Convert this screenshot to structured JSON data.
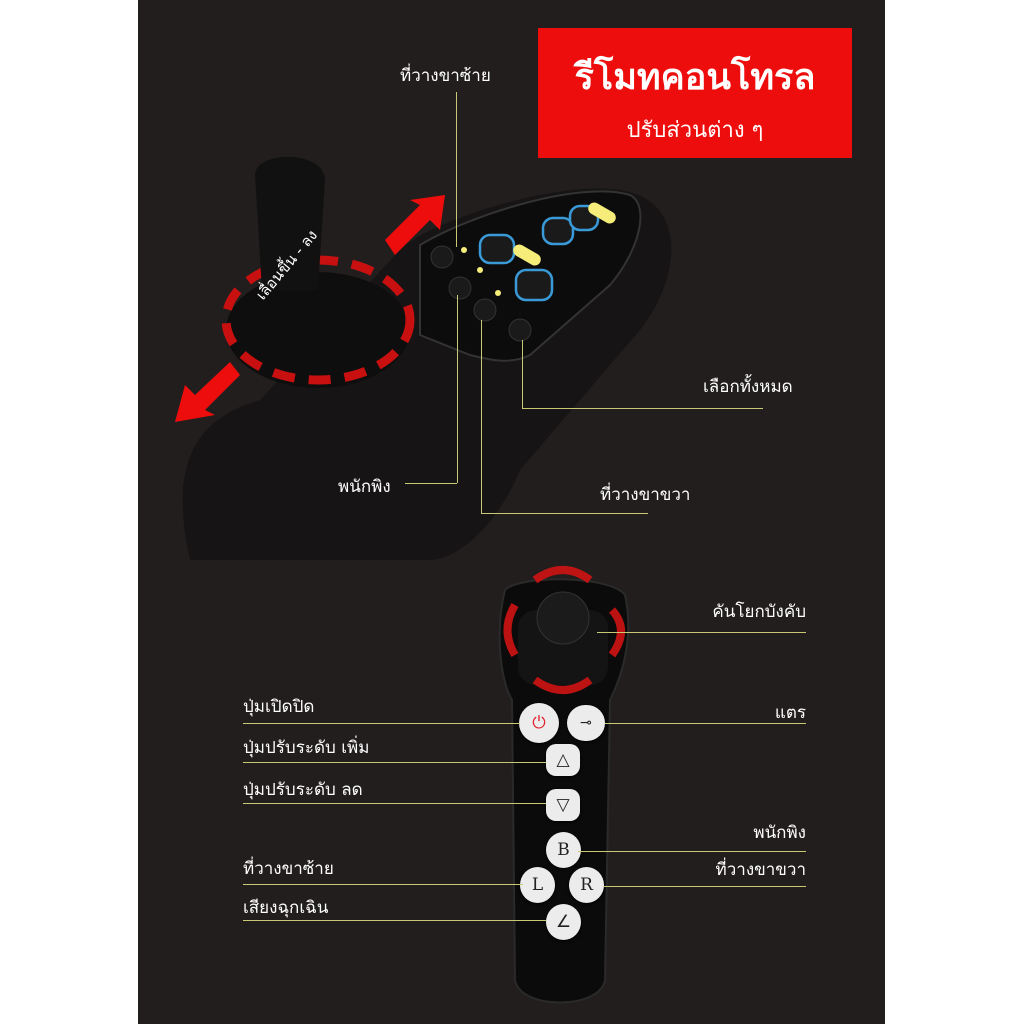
{
  "header": {
    "title": "รีโมทคอนโทรล",
    "subtitle": "ปรับส่วนต่าง ๆ",
    "accent_color": "#ee0d0d"
  },
  "joystick_panel": {
    "joystick_label": "เลื่อนขึ้น - ลง",
    "callouts": {
      "left_leg_rest": "ที่วางขาซ้าย",
      "backrest": "พนักพิง",
      "right_leg_rest": "ที่วางขาขวา",
      "select_all": "เลือกทั้งหมด"
    }
  },
  "handheld_remote": {
    "callouts": {
      "joystick": "คันโยกบังคับ",
      "power": "ปุ่มเปิดปิด",
      "horn": "แตร",
      "level_up": "ปุ่มปรับระดับ เพิ่ม",
      "level_down": "ปุ่มปรับระดับ ลด",
      "backrest": "พนักพิง",
      "left_leg_rest": "ที่วางขาซ้าย",
      "right_leg_rest": "ที่วางขาขวา",
      "emergency_sound": "เสียงฉุกเฉิน"
    },
    "buttons": {
      "backrest": "B",
      "left": "L",
      "right": "R"
    },
    "icons": [
      "power-icon",
      "horn-icon",
      "triangle-up-icon",
      "triangle-down-icon",
      "emergency-icon"
    ]
  },
  "colors": {
    "background": "#231e1e",
    "callout_line": "#c9c873",
    "arrow": "#ee0d0d"
  }
}
